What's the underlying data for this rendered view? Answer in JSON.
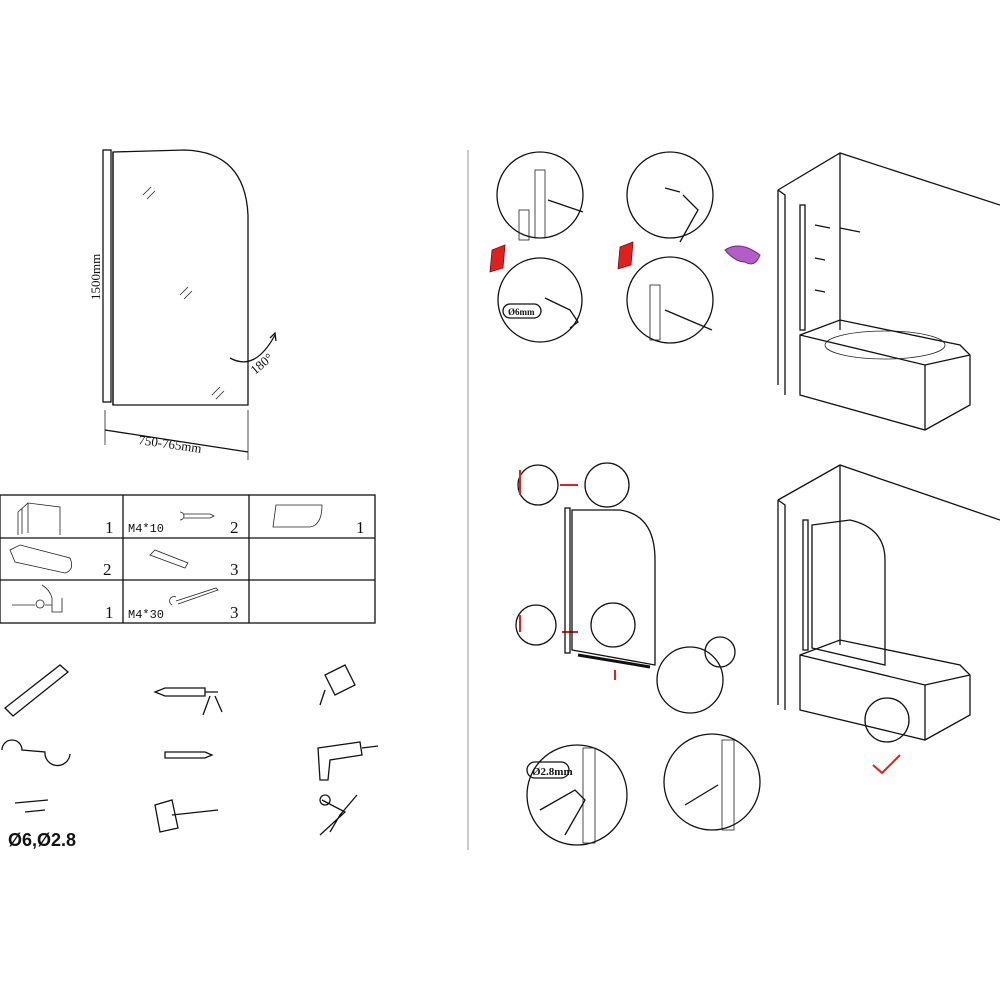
{
  "panel_dimensions": {
    "height_label": "1500mm",
    "rotation_label": "180°",
    "width_label": "750-765mm"
  },
  "parts_table": [
    {
      "part": "wall-profile",
      "qty": "1"
    },
    {
      "part": "screw",
      "size": "M4*10",
      "qty": "2"
    },
    {
      "part": "glass-panel",
      "qty": "1"
    },
    {
      "part": "end-cap",
      "qty": "2"
    },
    {
      "part": "wall-plug",
      "qty": "3"
    },
    {
      "part": "seal-clip",
      "qty": "1"
    },
    {
      "part": "screw",
      "size": "M4*30",
      "qty": "3"
    }
  ],
  "tools": {
    "drill_bits_label": "Ø6,Ø2.8",
    "items": [
      "spirit-level",
      "silicone-gun",
      "tape-measure",
      "screwdriver",
      "pencil",
      "electric-drill",
      "drill-bits",
      "rubber-mallet",
      "scissors"
    ]
  },
  "steps": {
    "drill_6mm_label": "Ø6mm",
    "drill_2_8mm_label": "Ø2.8mm"
  },
  "colors": {
    "arrow": "#e0201c",
    "pointer_hand": "#b45cc8",
    "check": "#e0201c"
  }
}
